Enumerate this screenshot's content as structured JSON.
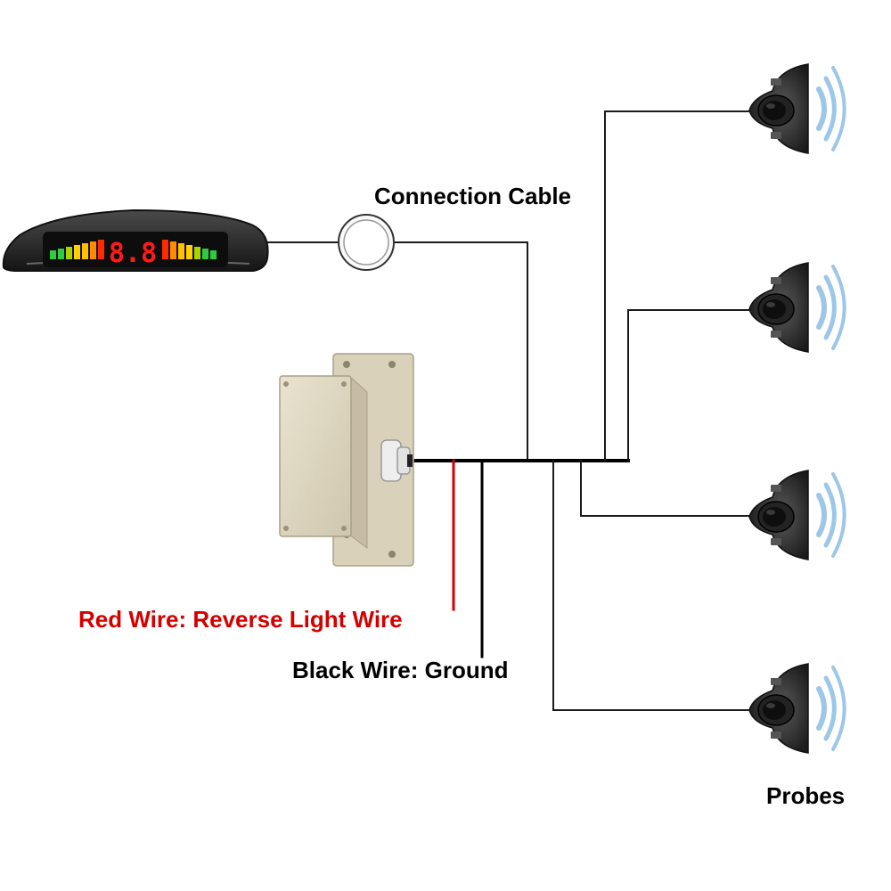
{
  "labels": {
    "connection_cable": "Connection Cable",
    "red_wire": "Red Wire: Reverse Light Wire",
    "black_wire": "Black Wire: Ground",
    "probes": "Probes"
  },
  "display": {
    "readout": "8.8"
  },
  "colors": {
    "red_wire": "#d40000",
    "black_wire": "#000000",
    "thin_wire": "#1a1a1a",
    "box": "#ddd6c2",
    "box_shadow": "#c7bea6",
    "display_body": "#2b2b2b",
    "display_screen": "#0d0d0d",
    "segment_digit": "#ff1a1a",
    "wave": "#9cc7e8"
  },
  "icons": [
    "display-unit-icon",
    "connector-ring-icon",
    "control-box-icon",
    "probe-sensor-icon",
    "sound-wave-icon"
  ],
  "probe_count": 4
}
